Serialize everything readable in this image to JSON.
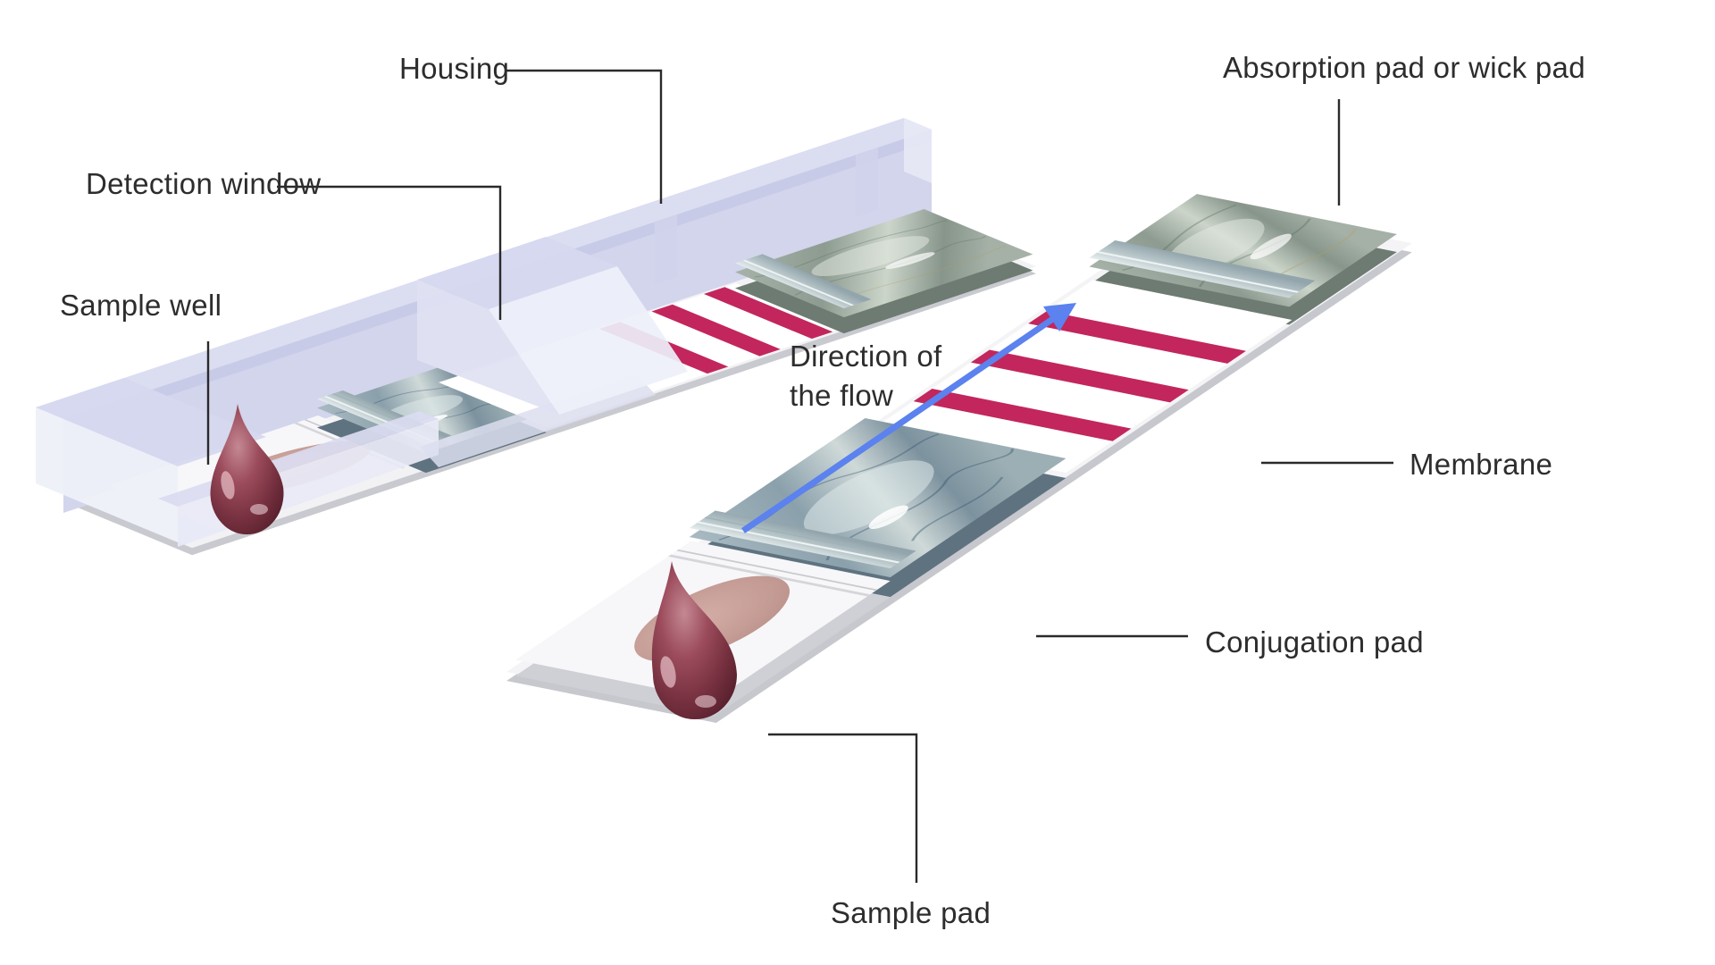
{
  "diagram": {
    "subject": "lateral-flow-test-diagram",
    "labels": {
      "housing": "Housing",
      "detection_window": "Detection window",
      "sample_well": "Sample well",
      "absorption_pad": "Absorption pad or wick pad",
      "direction_of_flow": "Direction of\nthe flow",
      "membrane": "Membrane",
      "conjugation_pad": "Conjugation pad",
      "sample_pad": "Sample pad"
    },
    "icons": {
      "flow_arrow": "arrow-up-right",
      "sample_drop": "blood-drop"
    }
  },
  "colors": {
    "label_text": "#2d2d2d",
    "leader_line": "#2a2a2a",
    "test_line": "#c2265c",
    "arrow_blue": "#5b82ee",
    "housing_lavender": "#d6d8ef",
    "housing_light": "#eef0fa",
    "drop_maroon": "#8c3a4a",
    "stain_pink": "#c09690",
    "steel_pad": "#8fa3ad",
    "wick_pad": "#93a197",
    "strip_white": "#f7f7f9"
  }
}
